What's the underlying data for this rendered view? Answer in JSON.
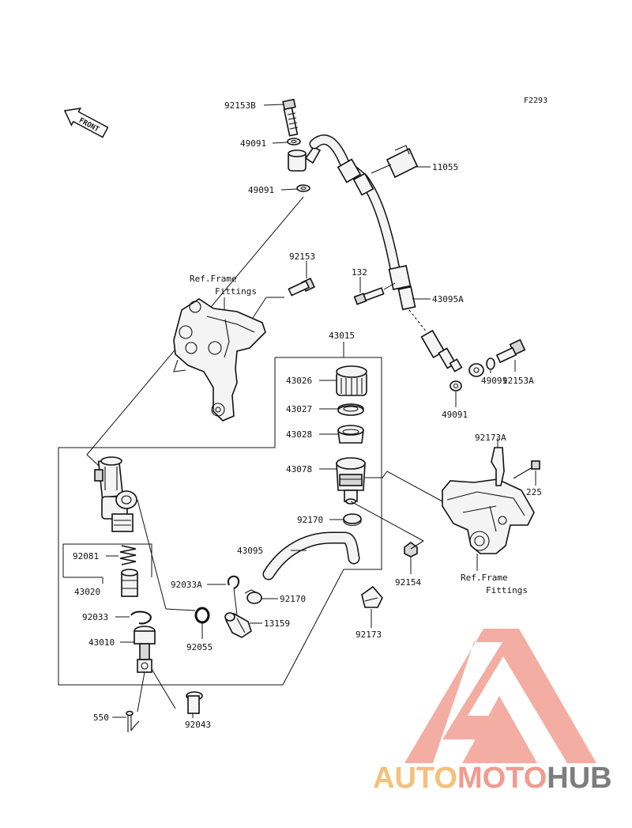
{
  "diagram": {
    "code": "F2293",
    "front_label": "FRONT",
    "ref_frame_fittings_1": [
      "Ref.Frame",
      "Fittings"
    ],
    "ref_frame_fittings_2": [
      "Ref.Frame",
      "Fittings"
    ],
    "labels": {
      "p92153B": "92153B",
      "p49091a": "49091",
      "p49091b": "49091",
      "p11055": "11055",
      "p92153": "92153",
      "p132": "132",
      "p43095A": "43095A",
      "p43015": "43015",
      "p43026": "43026",
      "p43027": "43027",
      "p43028": "43028",
      "p43078": "43078",
      "p92153A": "92153A",
      "p49091c": "49091",
      "p49091d": "49091",
      "p92173A": "92173A",
      "p225": "225",
      "p92170a": "92170",
      "p43095": "43095",
      "p92154": "92154",
      "p92081": "92081",
      "p43020": "43020",
      "p92033A": "92033A",
      "p92170b": "92170",
      "p92033": "92033",
      "p13159": "13159",
      "p43010": "43010",
      "p92055": "92055",
      "p92173": "92173",
      "p550": "550",
      "p92043": "92043"
    }
  },
  "watermark": {
    "text_auto": "AUTO",
    "text_moto": "MOTO",
    "text_hub": "HUB",
    "colors": {
      "auto": "#f5c07a",
      "moto": "#f29b8f",
      "hub": "#7d7d7d",
      "logo": "#f2a59a"
    }
  }
}
